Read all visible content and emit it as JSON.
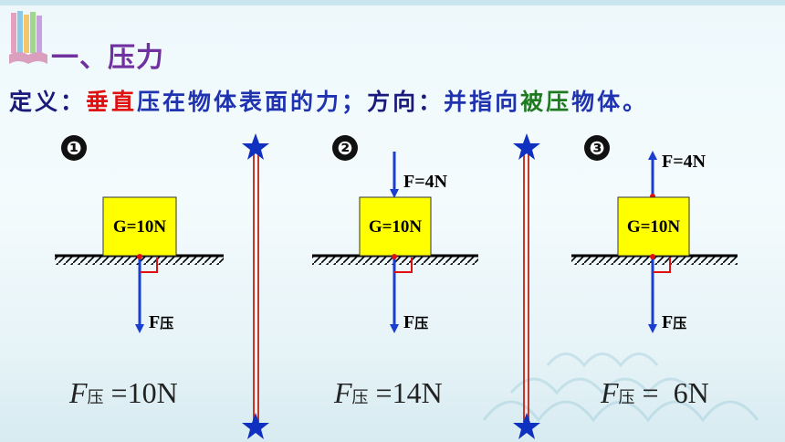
{
  "section": {
    "title": "一、压力"
  },
  "definition": {
    "label": "定义：",
    "word_vertical_1": "垂",
    "word_vertical_2": "直",
    "text_1": "压在物体表面的力；",
    "direction_label": "方向：",
    "text_2": "并指向",
    "word_bei": "被",
    "word_ya": "压",
    "text_3": "物体。"
  },
  "colors": {
    "arrow": "#1a3fd0",
    "block": "#ffff00",
    "rod": "#c0392b",
    "star": "#1030c0",
    "right_angle": "#e01010"
  },
  "diagrams": [
    {
      "number": "❶",
      "block_label": "G=10N",
      "applied_force": "",
      "pressure_label": "F",
      "pressure_sub": "压",
      "eq_symbol": "F",
      "eq_sub": "压",
      "eq_rest": " =10N"
    },
    {
      "number": "❷",
      "block_label": "G=10N",
      "applied_force": "F=4N",
      "pressure_label": "F",
      "pressure_sub": "压",
      "eq_symbol": "F",
      "eq_sub": "压",
      "eq_rest": " =14N"
    },
    {
      "number": "❸",
      "block_label": "G=10N",
      "applied_force": "F=4N",
      "pressure_label": "F",
      "pressure_sub": "压",
      "eq_symbol": "F",
      "eq_sub": "压",
      "eq_rest": " =  6N"
    }
  ]
}
